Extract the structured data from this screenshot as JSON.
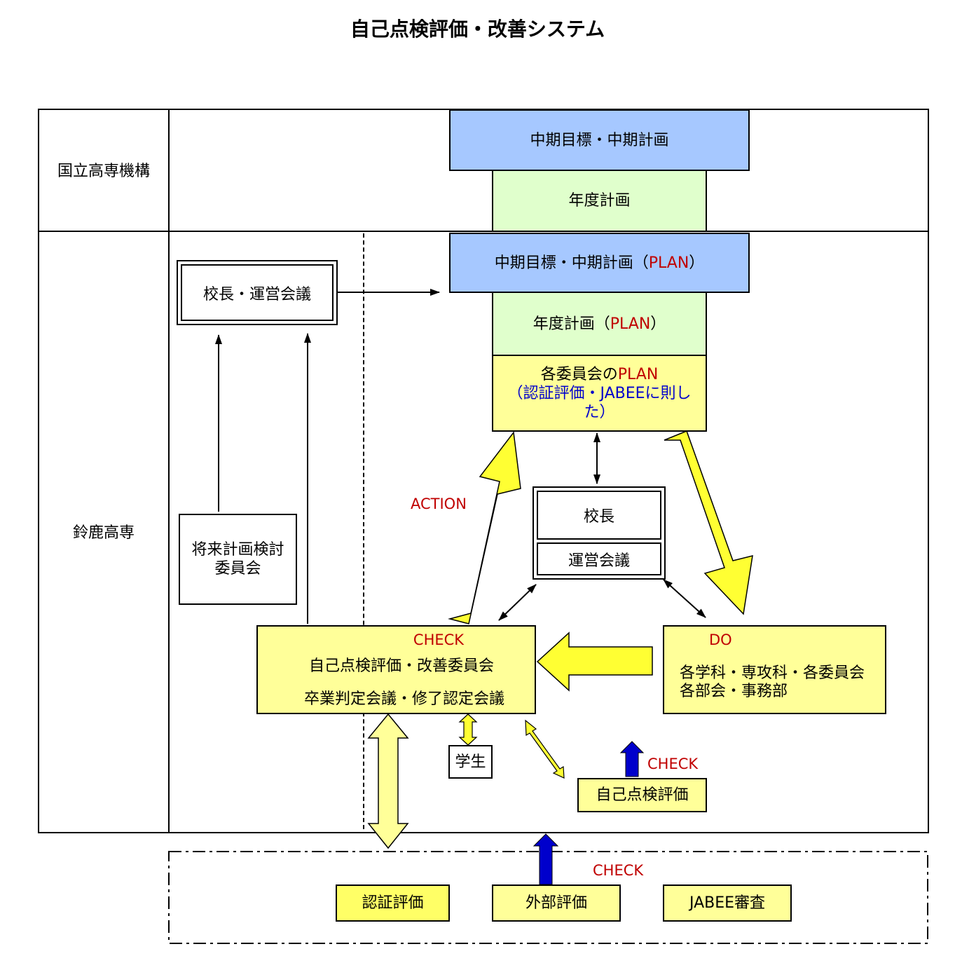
{
  "title": "自己点検評価・改善システム",
  "rows": {
    "kosen_org": "国立高専機構",
    "suzuka": "鈴鹿高専"
  },
  "org": {
    "midterm": "中期目標・中期計画",
    "annual": "年度計画"
  },
  "plan": {
    "midterm": "中期目標・中期計画",
    "annual": "年度計画",
    "plan_word": "PLAN",
    "committee_prefix": "各委員会の",
    "committee_note_line1": "（認証評価・JABEEに則し",
    "committee_note_line2": "た）",
    "open_paren": "（",
    "close_paren": "）"
  },
  "principal_meeting": "校長・運営会議",
  "future_committee": {
    "line1": "将来計画検討",
    "line2": "委員会"
  },
  "center": {
    "principal": "校長",
    "meeting": "運営会議"
  },
  "labels": {
    "action": "ACTION",
    "check": "CHECK",
    "do": "DO"
  },
  "check_box": {
    "line1": "自己点検評価・改善委員会",
    "line2": "卒業判定会議・修了認定会議"
  },
  "do_box": {
    "line1": "各学科・専攻科・各委員会",
    "line2": "各部会・事務部"
  },
  "student": "学生",
  "self_eval": "自己点検評価",
  "external": {
    "certification": "認証評価",
    "external_eval": "外部評価",
    "jabee": "JABEE審査"
  },
  "colors": {
    "blue_box": "#a6c8ff",
    "green_box": "#e0ffcc",
    "yellow_box": "#ffff99",
    "arrow_yellow": "#ffff33",
    "arrow_blue": "#0000cc",
    "accent_red": "#c00000"
  }
}
